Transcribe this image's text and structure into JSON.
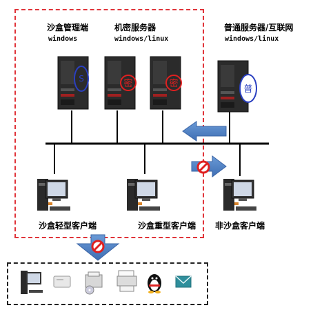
{
  "nodes": {
    "sandbox_manager": {
      "name": "沙盒管理端",
      "os": "windows",
      "badge": "S"
    },
    "secret_server": {
      "name": "机密服务器",
      "os": "windows/linux",
      "badge": "密"
    },
    "normal_server": {
      "name": "普通服务器/互联网",
      "os": "windows/linux",
      "badge": "普"
    },
    "light_client": {
      "name": "沙盒轻型客户端"
    },
    "heavy_client": {
      "name": "沙盒重型客户端"
    },
    "non_sandbox_client": {
      "name": "非沙盒客户端"
    }
  },
  "devices": [
    "pc",
    "card-reader",
    "printer-disc",
    "printer",
    "qq-penguin",
    "mail"
  ],
  "colors": {
    "sandbox_border": "#e0343a",
    "arrow": "#4a7fc4",
    "block": "#e02020",
    "secret_badge": "#e02020",
    "normal_badge": "#2a3fc0"
  }
}
